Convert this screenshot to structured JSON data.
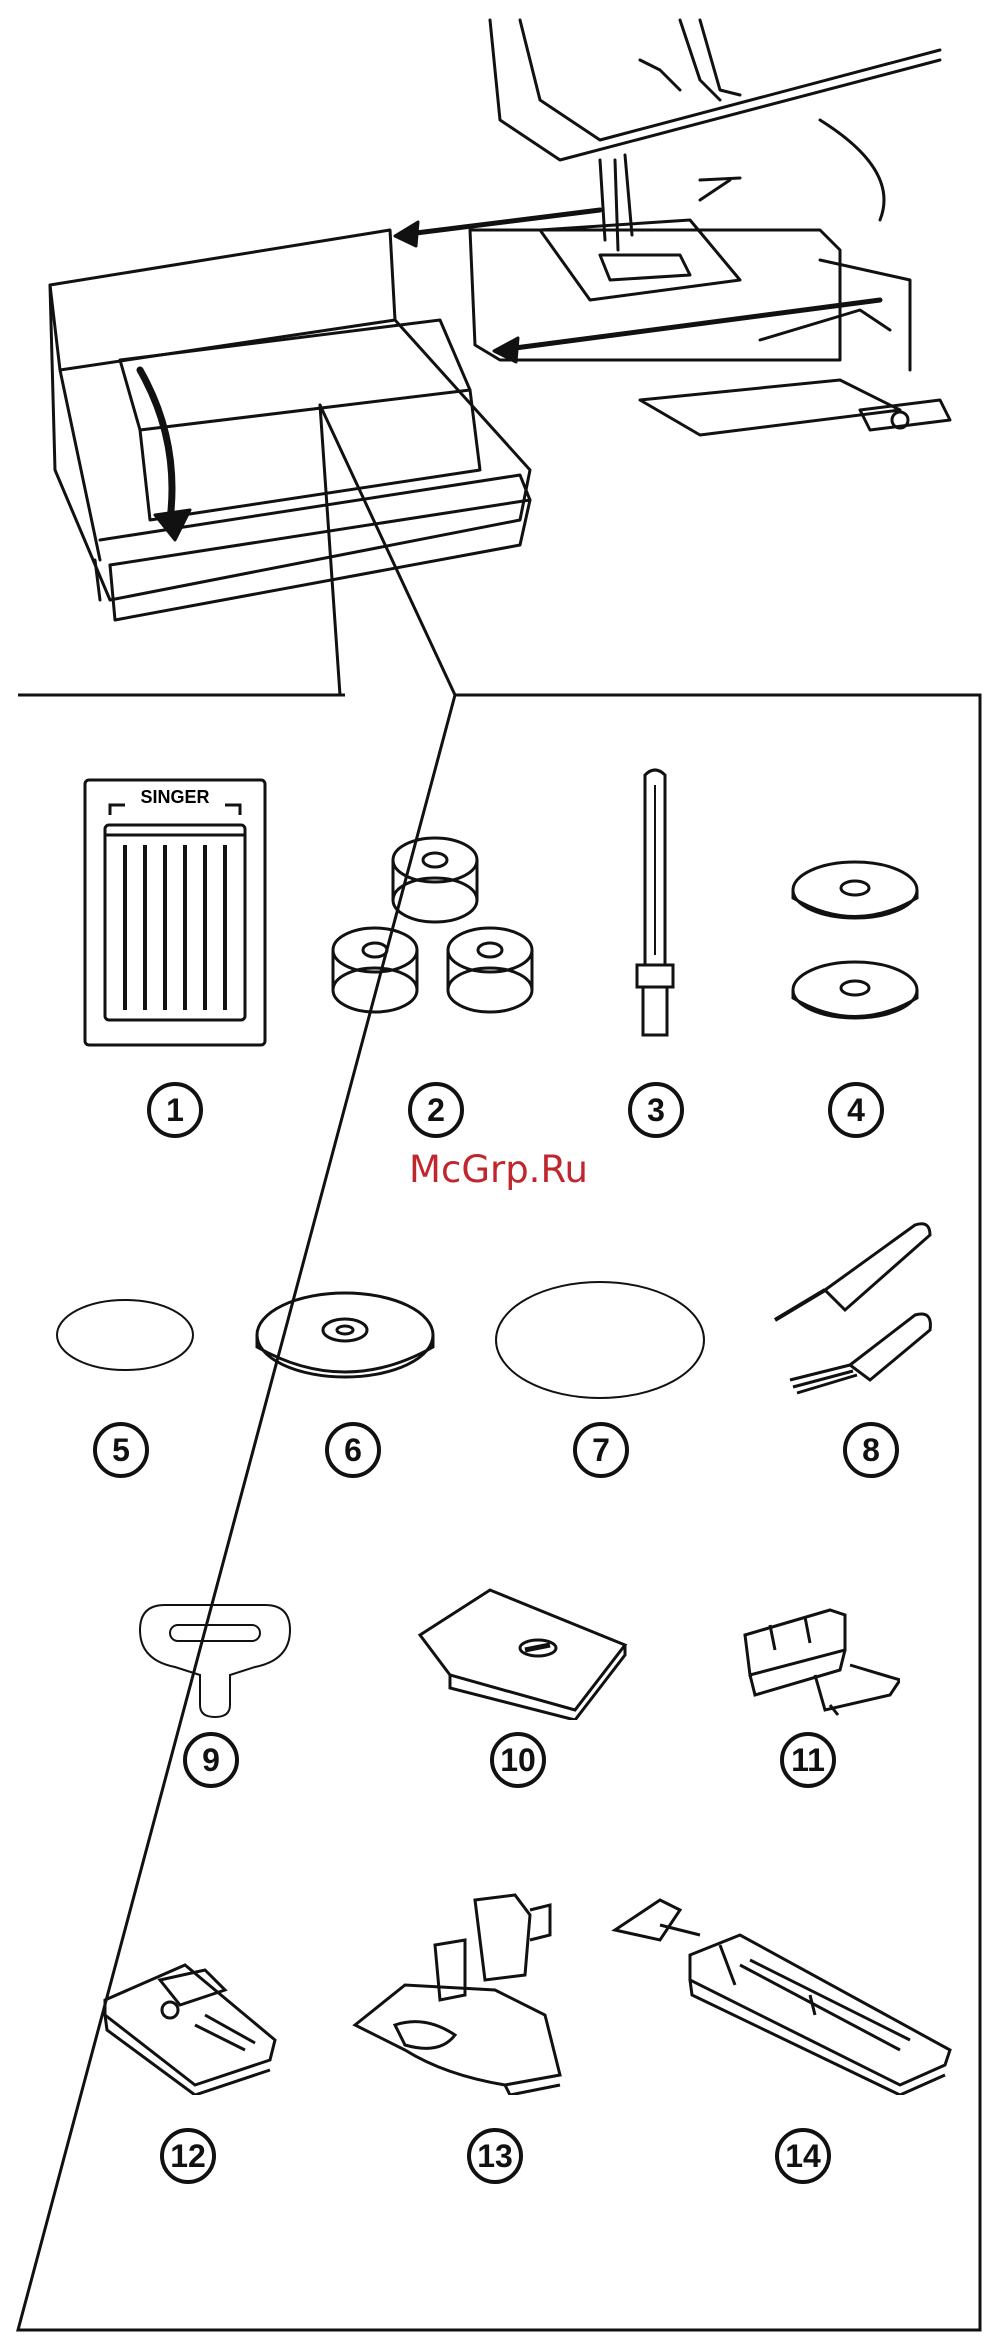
{
  "watermark": "McGrp.Ru",
  "needle_pack_label": "SINGER",
  "items": [
    {
      "number": "1",
      "icon": "needle-pack"
    },
    {
      "number": "2",
      "icon": "bobbins"
    },
    {
      "number": "3",
      "icon": "spool-pin"
    },
    {
      "number": "4",
      "icon": "spool-pin-felts"
    },
    {
      "number": "5",
      "icon": "small-spool-cap"
    },
    {
      "number": "6",
      "icon": "spool-cap"
    },
    {
      "number": "7",
      "icon": "large-spool-cap"
    },
    {
      "number": "8",
      "icon": "seam-ripper-lint-brush"
    },
    {
      "number": "9",
      "icon": "spool-holder-net"
    },
    {
      "number": "10",
      "icon": "darning-plate"
    },
    {
      "number": "11",
      "icon": "zipper-foot"
    },
    {
      "number": "12",
      "icon": "satin-stitch-foot"
    },
    {
      "number": "13",
      "icon": "buttonsewing-foot"
    },
    {
      "number": "14",
      "icon": "buttonhole-foot"
    }
  ]
}
